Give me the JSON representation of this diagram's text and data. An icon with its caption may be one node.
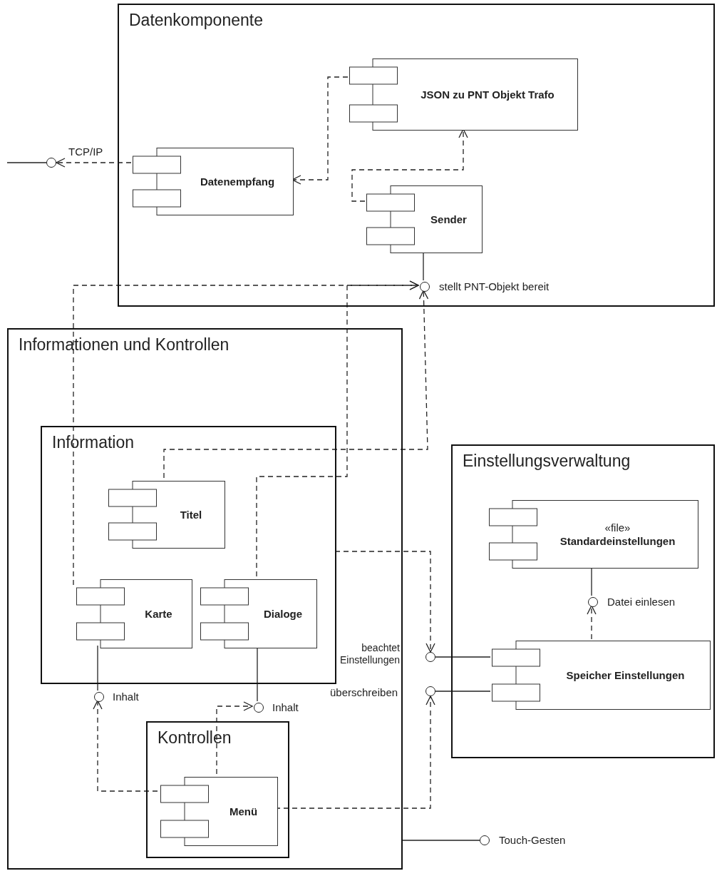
{
  "diagram": {
    "nodes": [
      {
        "text": [
          "Datenkomponente"
        ]
      },
      {
        "text": [
          "JSON zu PNT Objekt Trafo"
        ],
        "in": 0
      },
      {
        "text": [
          "Datenempfang"
        ],
        "in": 0
      },
      {
        "text": [
          "Sender"
        ],
        "in": 0
      },
      {
        "text": [],
        "shape": "circle",
        "in": 0,
        "beside": [
          "stellt PNT-Objekt bereit"
        ]
      },
      {
        "text": [],
        "shape": "circle",
        "beside": [
          "TCP/IP"
        ]
      },
      {
        "text": [
          "Informationen und Kontrollen"
        ]
      },
      {
        "text": [
          "Information"
        ],
        "in": 6
      },
      {
        "text": [
          "Titel"
        ],
        "in": 7
      },
      {
        "text": [
          "Karte"
        ],
        "in": 7
      },
      {
        "text": [
          "Dialoge"
        ],
        "in": 7
      },
      {
        "text": [],
        "shape": "circle",
        "in": 6,
        "beside": [
          "Inhalt"
        ]
      },
      {
        "text": [],
        "shape": "circle",
        "in": 6,
        "beside": [
          "Inhalt"
        ]
      },
      {
        "text": [
          "Kontrollen"
        ],
        "in": 6
      },
      {
        "text": [
          "Menü"
        ],
        "in": 13
      },
      {
        "text": [
          "Einstellungsverwaltung"
        ]
      },
      {
        "text": [
          "«file»",
          "Standardeinstellungen"
        ],
        "in": 15
      },
      {
        "text": [],
        "shape": "circle",
        "in": 15,
        "beside": [
          "Datei einlesen"
        ]
      },
      {
        "text": [
          "Speicher Einstellungen"
        ],
        "in": 15
      },
      {
        "text": [],
        "shape": "circle",
        "beside": [
          "beachtet Einstellungen"
        ]
      },
      {
        "text": [],
        "shape": "circle",
        "beside": [
          "überschreiben"
        ]
      },
      {
        "text": [],
        "shape": "circle",
        "beside": [
          "Touch-Gesten"
        ]
      }
    ],
    "edges": [
      {
        "from": null,
        "to": 5,
        "arrow": "none"
      },
      {
        "from": 2,
        "to": 5,
        "arrow": "to",
        "style": "dashed"
      },
      {
        "from": 1,
        "to": 2,
        "arrow": "to",
        "style": "dashed"
      },
      {
        "from": 3,
        "to": 1,
        "arrow": "to",
        "style": "dashed"
      },
      {
        "from": 3,
        "to": 4,
        "arrow": "none"
      },
      {
        "from": 8,
        "to": 4,
        "arrow": "to",
        "style": "dashed"
      },
      {
        "from": 10,
        "to": 4,
        "arrow": "to",
        "style": "dashed"
      },
      {
        "from": 9,
        "to": 4,
        "arrow": "to",
        "style": "dashed"
      },
      {
        "from": 9,
        "to": 11,
        "arrow": "none"
      },
      {
        "from": 14,
        "to": 11,
        "arrow": "to",
        "style": "dashed"
      },
      {
        "from": 10,
        "to": 12,
        "arrow": "none"
      },
      {
        "from": 14,
        "to": 12,
        "arrow": "to",
        "style": "dashed"
      },
      {
        "from": 7,
        "to": 19,
        "arrow": "to",
        "style": "dashed"
      },
      {
        "from": 14,
        "to": 20,
        "arrow": "to",
        "style": "dashed"
      },
      {
        "from": 18,
        "to": 19,
        "arrow": "none"
      },
      {
        "from": 18,
        "to": 20,
        "arrow": "none"
      },
      {
        "from": 18,
        "to": 17,
        "arrow": "to",
        "style": "dashed"
      },
      {
        "from": 16,
        "to": 17,
        "arrow": "none"
      },
      {
        "from": 6,
        "to": 21,
        "arrow": "none"
      }
    ]
  }
}
